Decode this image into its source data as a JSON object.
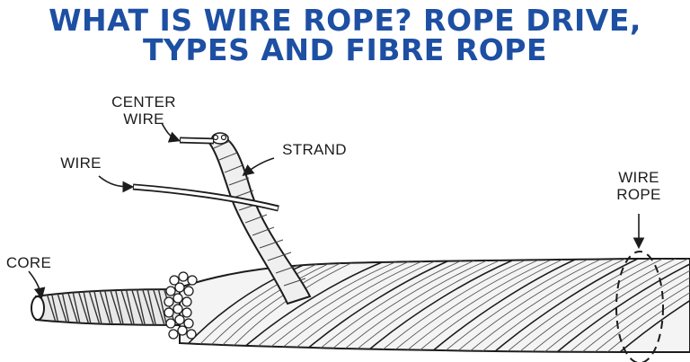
{
  "title": {
    "line1": "WHAT IS WIRE ROPE? ROPE DRIVE,",
    "line2": "TYPES AND FIBRE ROPE"
  },
  "labels": {
    "center_wire_1": "CENTER",
    "center_wire_2": "WIRE",
    "wire": "WIRE",
    "strand": "STRAND",
    "wire_rope_1": "WIRE",
    "wire_rope_2": "ROPE",
    "core": "CORE"
  },
  "colors": {
    "title": "#1d4fa3",
    "ink": "#1c1c1c"
  }
}
